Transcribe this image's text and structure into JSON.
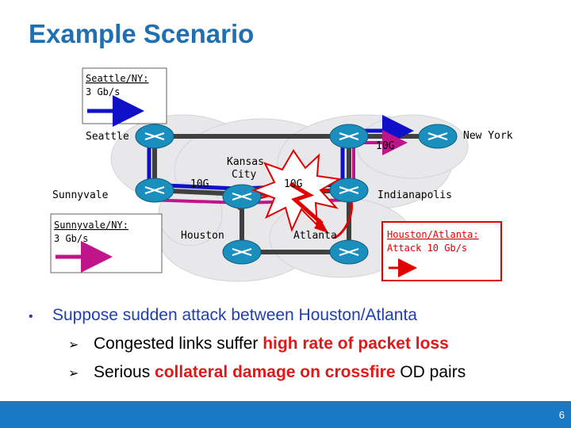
{
  "slide": {
    "title": "Example Scenario",
    "page_number": "6"
  },
  "network": {
    "nodes": {
      "seattle": "Seattle",
      "sunnyvale": "Sunnyvale",
      "kansas_city": "Kansas City",
      "kansas_line1": "Kansas",
      "kansas_line2": "City",
      "houston": "Houston",
      "atlanta": "Atlanta",
      "indianapolis": "Indianapolis",
      "new_york": "New York"
    },
    "link_labels": {
      "left": "10G",
      "middle": "10G",
      "right": "10G"
    },
    "colors": {
      "seattle_ny_flow": "#1010c8",
      "sunnyvale_ny_flow": "#c0158a",
      "attack_flow": "#e00000",
      "link": "#404040",
      "router": "#1a8fbe",
      "cloud": "#e8e8ea"
    }
  },
  "legends": {
    "seattle_ny": {
      "line1": "Seattle/NY:",
      "line2": "3 Gb/s"
    },
    "sunnyvale_ny": {
      "line1": "Sunnyvale/NY:",
      "line2": "3 Gb/s"
    },
    "attack": {
      "line1": "Houston/Atlanta:",
      "line2": "Attack 10 Gb/s"
    }
  },
  "bullets": {
    "main": "Suppose sudden attack between Houston/Atlanta",
    "sub1": {
      "pre": "Congested links suffer ",
      "em": "high rate of packet loss"
    },
    "sub2": {
      "pre": "Serious ",
      "em": "collateral damage on crossfire",
      "post": " OD pairs"
    }
  }
}
